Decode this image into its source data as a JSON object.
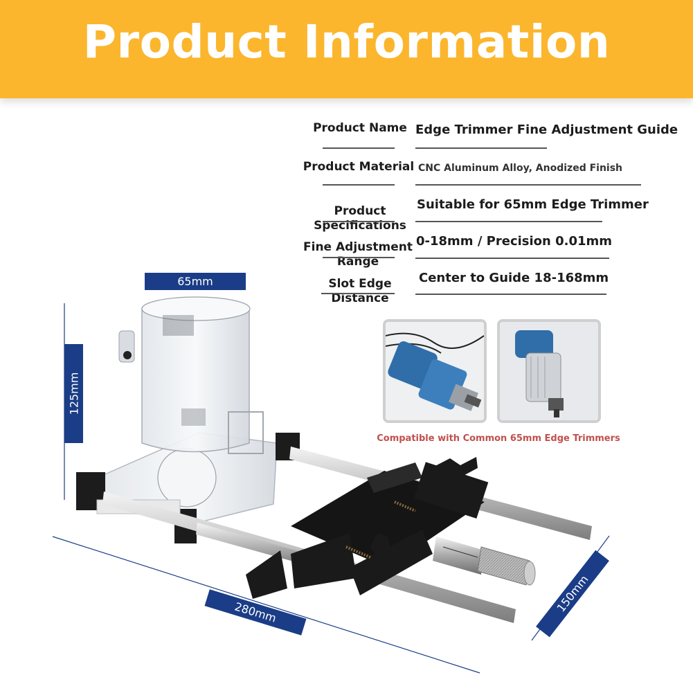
{
  "banner": {
    "title": "Product Information"
  },
  "specs": [
    {
      "label": "Product Name",
      "value": "Edge Trimmer Fine Adjustment Guide"
    },
    {
      "label": "Product Material",
      "value": "CNC Aluminum Alloy, Anodized Finish"
    },
    {
      "label": "Product\nSpecifications",
      "value": "Suitable for 65mm Edge Trimmer"
    },
    {
      "label": "Fine Adjustment\nRange",
      "value": "0-18mm / Precision 0.01mm"
    },
    {
      "label": "Slot Edge\nDistance",
      "value": "Center to Guide 18-168mm"
    }
  ],
  "dimensions": {
    "width_top": "65mm",
    "height": "125mm",
    "length": "280mm",
    "depth": "150mm"
  },
  "compatibility": {
    "caption": "Compatible with Common 65mm Edge Trimmers"
  },
  "colors": {
    "banner": "#fbb62e",
    "dimension_label": "#1b3d87",
    "caption": "#c0504d"
  }
}
